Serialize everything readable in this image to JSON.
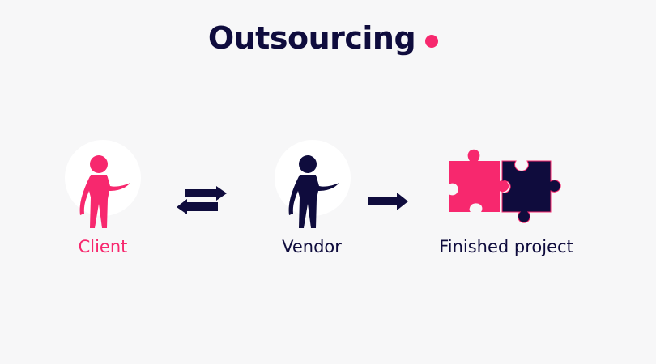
{
  "header": {
    "title": "Outsourcing",
    "accent_dot_color": "#f7286e"
  },
  "colors": {
    "background": "#f7f7f8",
    "navy": "#0f0c3d",
    "pink": "#f7286e",
    "halo": "#ffffff"
  },
  "diagram": {
    "nodes": [
      {
        "id": "client",
        "label": "Client",
        "icon": "person-icon",
        "color": "#f7286e"
      },
      {
        "id": "vendor",
        "label": "Vendor",
        "icon": "person-icon",
        "color": "#0f0c3d"
      },
      {
        "id": "finished",
        "label": "Finished project",
        "icon": "puzzle-pieces-icon",
        "color": "#0f0c3d"
      }
    ],
    "connectors": [
      {
        "from": "client",
        "to": "vendor",
        "type": "bidirectional-arrows",
        "icon": "swap-arrows-icon"
      },
      {
        "from": "vendor",
        "to": "finished",
        "type": "right-arrow",
        "icon": "arrow-right-icon"
      }
    ]
  }
}
